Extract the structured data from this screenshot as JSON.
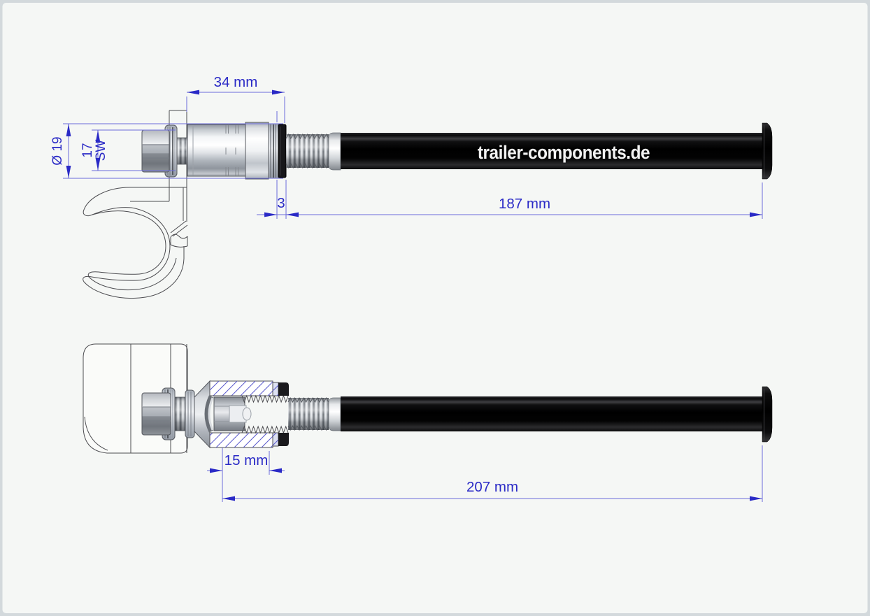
{
  "frame": {
    "border_color": "#d3d9dc",
    "background": "#f5f7f5"
  },
  "drawing": {
    "edge_color": "#4c4c50",
    "dimension_text_color": "#2a2ac6",
    "dimension_line_color": "#6b6bdc",
    "hatch_color": "#5b5bcc",
    "rod_color": "#000000",
    "brand_label": "trailer-components.de",
    "side_view": {
      "dimensions": {
        "coupler_length": "34 mm",
        "diameter": "Ø 19",
        "wrench_size_value": "17",
        "wrench_size_unit": "SW",
        "locknut_offset": "3",
        "rod_length": "187 mm"
      }
    },
    "plan_view": {
      "dimensions": {
        "thread_engagement": "15 mm",
        "overall_length": "207 mm"
      }
    }
  }
}
